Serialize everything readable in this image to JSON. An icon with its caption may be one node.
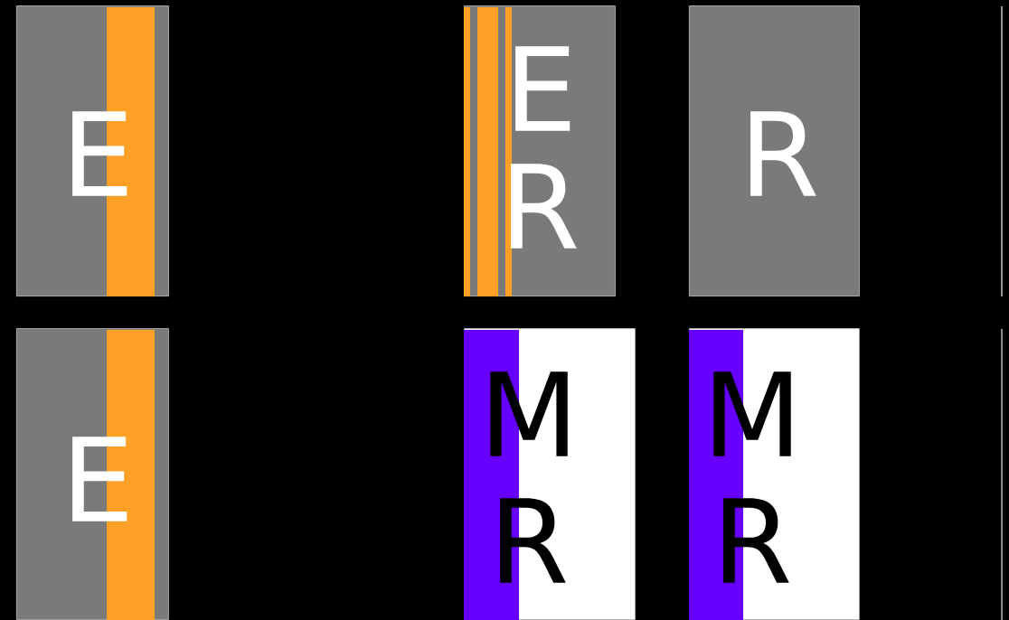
{
  "diagram": {
    "nodes": [
      {
        "text": [
          "E"
        ]
      },
      {
        "text": [
          "E",
          "R"
        ]
      },
      {
        "text": [
          "R"
        ]
      },
      {
        "text": [
          "E"
        ]
      },
      {
        "text": [
          "M",
          "R"
        ]
      },
      {
        "text": [
          "M",
          "R"
        ]
      }
    ]
  }
}
